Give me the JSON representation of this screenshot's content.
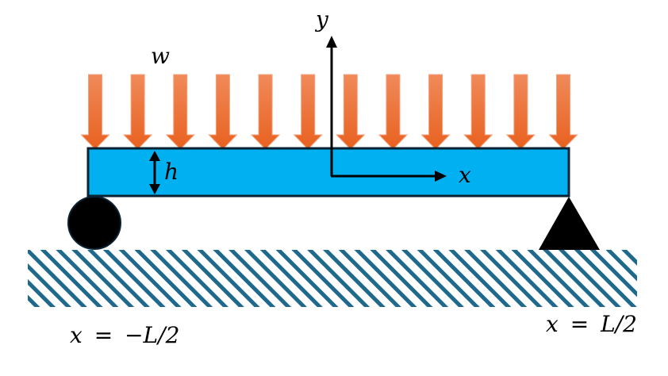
{
  "diagram": {
    "title": "Simply supported beam under uniform distributed load",
    "load_label": "w",
    "height_label": "h",
    "axis_y_label": "y",
    "axis_x_label": "x",
    "left_end": {
      "var": "x",
      "eq": "=",
      "value": "−L/2"
    },
    "right_end": {
      "var": "x",
      "eq": "=",
      "value": "L/2"
    },
    "load_arrow_count": 12,
    "left_support": "roller",
    "right_support": "pin",
    "colors": {
      "beam_fill": "#00b0f0",
      "beam_stroke": "#0b2233",
      "load_arrow_top": "#f08a5a",
      "load_arrow_bottom": "#e8611f",
      "support": "#000000",
      "ground_hatch": "#1f6a8c"
    }
  }
}
